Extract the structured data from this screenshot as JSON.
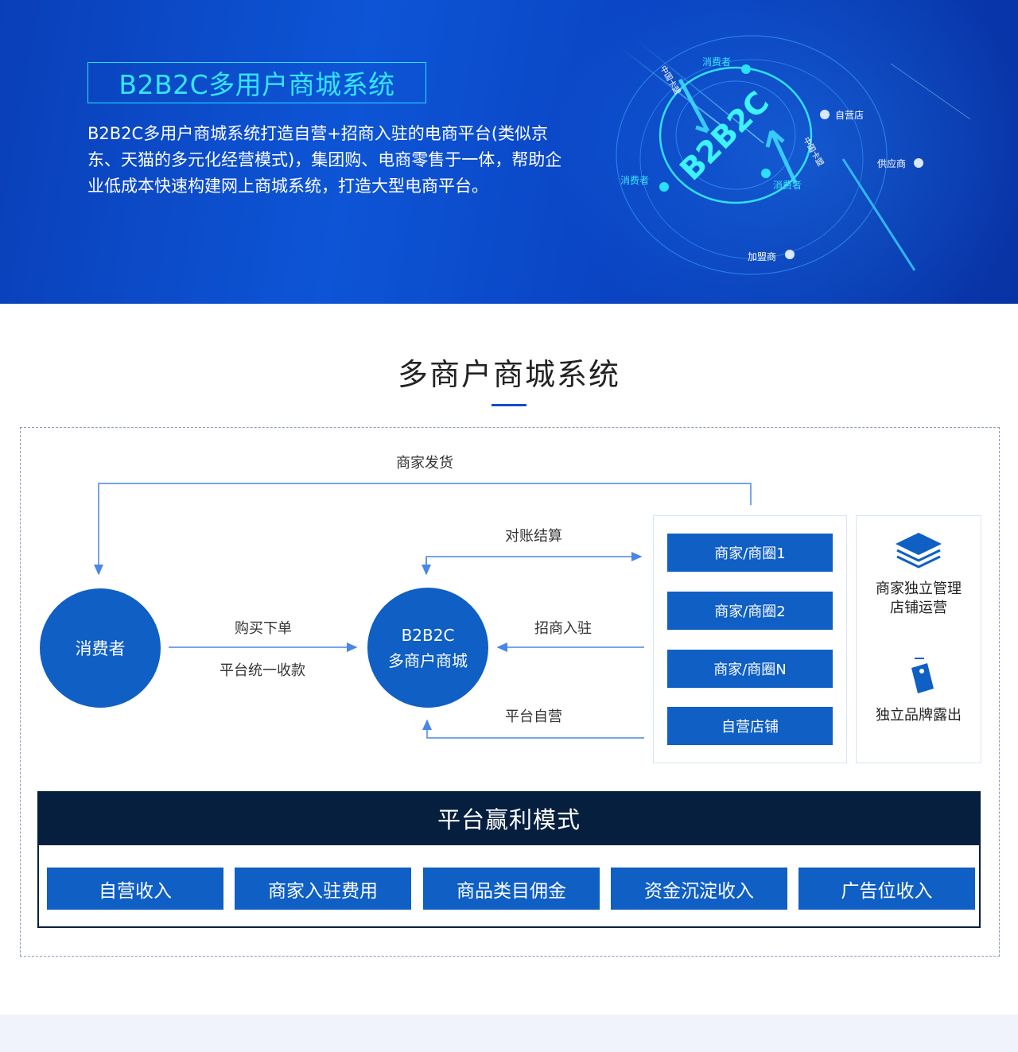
{
  "hero": {
    "title": "B2B2C多用户商城系统",
    "description": "B2B2C多用户商城系统打造自营+招商入驻的电商平台(类似京东、天猫的多元化经营模式)，集团购、电商零售于一体，帮助企业低成本快速构建网上商城系统，打造大型电商平台。",
    "art": {
      "center_label": "B2B2C",
      "nodes": [
        "消费者",
        "自营店",
        "供应商",
        "消费者",
        "消费者",
        "加盟商"
      ],
      "arrow_labels": [
        "中国卡盟",
        "中国卡盟"
      ]
    }
  },
  "section": {
    "title": "多商户商城系统"
  },
  "diagram": {
    "labels": {
      "merchant_ship": "商家发货",
      "settlement": "对账结算",
      "buy_order": "购买下单",
      "unified_payment": "平台统一收款",
      "merchant_join": "招商入驻",
      "platform_self": "平台自营"
    },
    "consumer": "消费者",
    "hub": {
      "line1": "B2B2C",
      "line2": "多商户商城"
    },
    "merchants": [
      "商家/商圈1",
      "商家/商圈2",
      "商家/商圈N",
      "自营店铺"
    ],
    "features": {
      "manage_line1": "商家独立管理",
      "manage_line2": "店铺运营",
      "brand": "独立品牌露出",
      "manage_icon": "layers-icon",
      "brand_icon": "tag-icon"
    },
    "colors": {
      "accent": "#0f5fc4",
      "line": "#4a86e8",
      "dark": "#061f3f"
    }
  },
  "profit": {
    "title": "平台赢利模式",
    "items": [
      "自营收入",
      "商家入驻费用",
      "商品类目佣金",
      "资金沉淀收入",
      "广告位收入"
    ]
  }
}
